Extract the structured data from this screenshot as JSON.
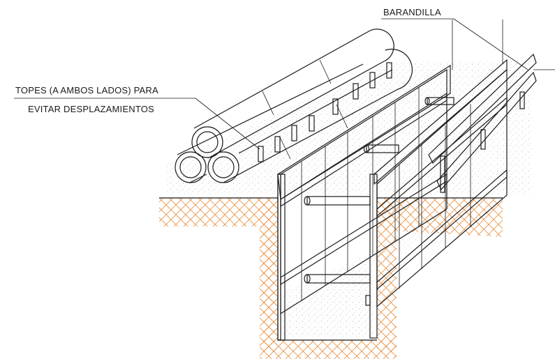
{
  "labels": {
    "barandilla": "BARANDILLA",
    "topes_line1": "TOPES (A AMBOS LADOS) PARA",
    "topes_line2": "EVITAR DESPLAZAMIENTOS"
  },
  "colors": {
    "line": "#1a1a1a",
    "soil_hatch": "#e8944a",
    "gravel_dots": "#9a9a9a",
    "background": "#ffffff"
  }
}
